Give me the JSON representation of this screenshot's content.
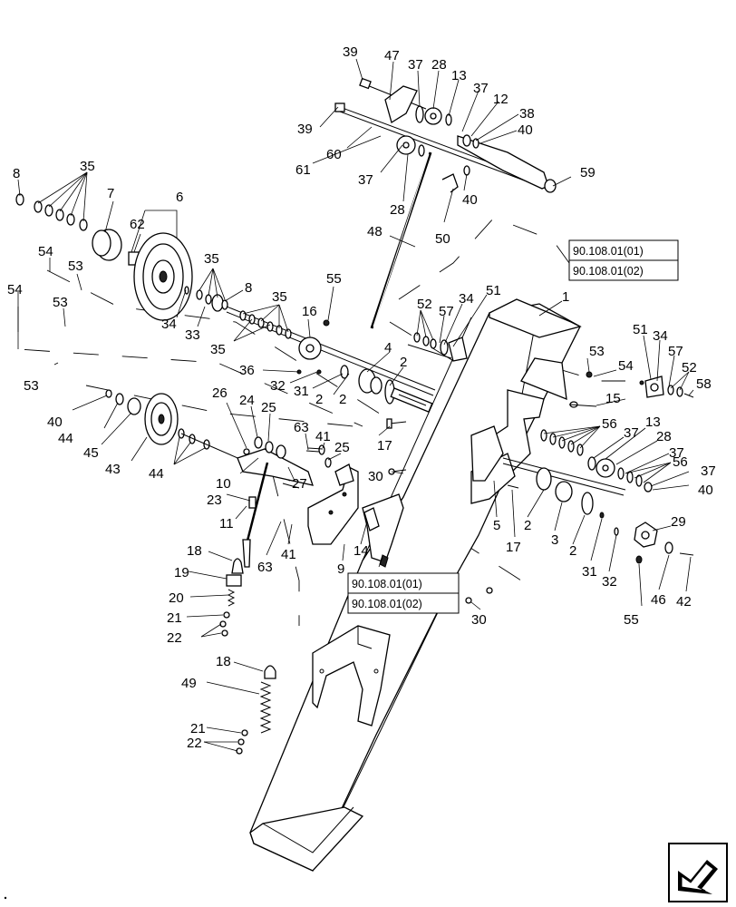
{
  "diagram": {
    "callouts": [
      {
        "id": "c-39a",
        "text": "39"
      },
      {
        "id": "c-47",
        "text": "47"
      },
      {
        "id": "c-37a",
        "text": "37"
      },
      {
        "id": "c-28a",
        "text": "28"
      },
      {
        "id": "c-13a",
        "text": "13"
      },
      {
        "id": "c-37b",
        "text": "37"
      },
      {
        "id": "c-12",
        "text": "12"
      },
      {
        "id": "c-38",
        "text": "38"
      },
      {
        "id": "c-40a",
        "text": "40"
      },
      {
        "id": "c-39b",
        "text": "39"
      },
      {
        "id": "c-60",
        "text": "60"
      },
      {
        "id": "c-61",
        "text": "61"
      },
      {
        "id": "c-37c",
        "text": "37"
      },
      {
        "id": "c-28b",
        "text": "28"
      },
      {
        "id": "c-40b",
        "text": "40"
      },
      {
        "id": "c-59",
        "text": "59"
      },
      {
        "id": "c-48",
        "text": "48"
      },
      {
        "id": "c-50",
        "text": "50"
      },
      {
        "id": "c-8a",
        "text": "8"
      },
      {
        "id": "c-35a",
        "text": "35"
      },
      {
        "id": "c-7",
        "text": "7"
      },
      {
        "id": "c-6",
        "text": "6"
      },
      {
        "id": "c-62",
        "text": "62"
      },
      {
        "id": "c-54a",
        "text": "54"
      },
      {
        "id": "c-53a",
        "text": "53"
      },
      {
        "id": "c-35b",
        "text": "35"
      },
      {
        "id": "c-8b",
        "text": "8"
      },
      {
        "id": "c-54b",
        "text": "54"
      },
      {
        "id": "c-53b",
        "text": "53"
      },
      {
        "id": "c-34a",
        "text": "34"
      },
      {
        "id": "c-33",
        "text": "33"
      },
      {
        "id": "c-35c",
        "text": "35"
      },
      {
        "id": "c-35d",
        "text": "35"
      },
      {
        "id": "c-16",
        "text": "16"
      },
      {
        "id": "c-55a",
        "text": "55"
      },
      {
        "id": "c-52a",
        "text": "52"
      },
      {
        "id": "c-57a",
        "text": "57"
      },
      {
        "id": "c-34b",
        "text": "34"
      },
      {
        "id": "c-51a",
        "text": "51"
      },
      {
        "id": "c-1",
        "text": "1"
      },
      {
        "id": "c-53c",
        "text": "53"
      },
      {
        "id": "c-36",
        "text": "36"
      },
      {
        "id": "c-4",
        "text": "4"
      },
      {
        "id": "c-2a",
        "text": "2"
      },
      {
        "id": "c-32a",
        "text": "32"
      },
      {
        "id": "c-31a",
        "text": "31"
      },
      {
        "id": "c-2b",
        "text": "2"
      },
      {
        "id": "c-2c",
        "text": "2"
      },
      {
        "id": "c-53d",
        "text": "53"
      },
      {
        "id": "c-54c",
        "text": "54"
      },
      {
        "id": "c-51b",
        "text": "51"
      },
      {
        "id": "c-34c",
        "text": "34"
      },
      {
        "id": "c-57b",
        "text": "57"
      },
      {
        "id": "c-52b",
        "text": "52"
      },
      {
        "id": "c-58",
        "text": "58"
      },
      {
        "id": "c-15",
        "text": "15"
      },
      {
        "id": "c-40c",
        "text": "40"
      },
      {
        "id": "c-44a",
        "text": "44"
      },
      {
        "id": "c-45",
        "text": "45"
      },
      {
        "id": "c-43",
        "text": "43"
      },
      {
        "id": "c-44b",
        "text": "44"
      },
      {
        "id": "c-26",
        "text": "26"
      },
      {
        "id": "c-24",
        "text": "24"
      },
      {
        "id": "c-25a",
        "text": "25"
      },
      {
        "id": "c-63a",
        "text": "63"
      },
      {
        "id": "c-41a",
        "text": "41"
      },
      {
        "id": "c-25b",
        "text": "25"
      },
      {
        "id": "c-17a",
        "text": "17"
      },
      {
        "id": "c-56a",
        "text": "56"
      },
      {
        "id": "c-37d",
        "text": "37"
      },
      {
        "id": "c-13b",
        "text": "13"
      },
      {
        "id": "c-28c",
        "text": "28"
      },
      {
        "id": "c-37e",
        "text": "37"
      },
      {
        "id": "c-56b",
        "text": "56"
      },
      {
        "id": "c-37f",
        "text": "37"
      },
      {
        "id": "c-40d",
        "text": "40"
      },
      {
        "id": "c-10",
        "text": "10"
      },
      {
        "id": "c-27",
        "text": "27"
      },
      {
        "id": "c-30a",
        "text": "30"
      },
      {
        "id": "c-23",
        "text": "23"
      },
      {
        "id": "c-11",
        "text": "11"
      },
      {
        "id": "c-5",
        "text": "5"
      },
      {
        "id": "c-2d",
        "text": "2"
      },
      {
        "id": "c-17b",
        "text": "17"
      },
      {
        "id": "c-3",
        "text": "3"
      },
      {
        "id": "c-2e",
        "text": "2"
      },
      {
        "id": "c-29",
        "text": "29"
      },
      {
        "id": "c-63b",
        "text": "63"
      },
      {
        "id": "c-41b",
        "text": "41"
      },
      {
        "id": "c-14",
        "text": "14"
      },
      {
        "id": "c-9",
        "text": "9"
      },
      {
        "id": "c-18a",
        "text": "18"
      },
      {
        "id": "c-31b",
        "text": "31"
      },
      {
        "id": "c-32b",
        "text": "32"
      },
      {
        "id": "c-19",
        "text": "19"
      },
      {
        "id": "c-46",
        "text": "46"
      },
      {
        "id": "c-42",
        "text": "42"
      },
      {
        "id": "c-20",
        "text": "20"
      },
      {
        "id": "c-30b",
        "text": "30"
      },
      {
        "id": "c-55b",
        "text": "55"
      },
      {
        "id": "c-21a",
        "text": "21"
      },
      {
        "id": "c-22a",
        "text": "22"
      },
      {
        "id": "c-18b",
        "text": "18"
      },
      {
        "id": "c-49",
        "text": "49"
      },
      {
        "id": "c-21b",
        "text": "21"
      },
      {
        "id": "c-22b",
        "text": "22"
      }
    ],
    "references": [
      {
        "id": "ref-top-1",
        "text": "90.108.01(01)"
      },
      {
        "id": "ref-top-2",
        "text": "90.108.01(02)"
      },
      {
        "id": "ref-bot-1",
        "text": "90.108.01(01)"
      },
      {
        "id": "ref-bot-2",
        "text": "90.108.01(02)"
      }
    ]
  },
  "navigation": {
    "icon": "next-arrow-icon"
  }
}
